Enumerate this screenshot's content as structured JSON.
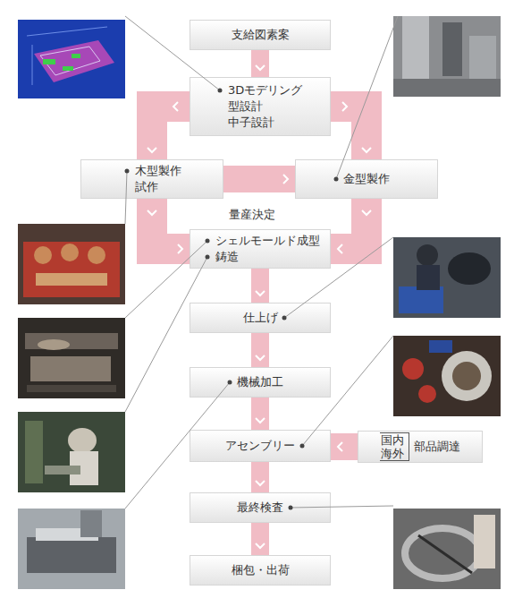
{
  "diagram": {
    "nodes": [
      {
        "text": [
          "支給図素案"
        ]
      },
      {
        "text": [
          "3Dモデリング 型設計 中子設計"
        ]
      },
      {
        "text": [
          "木型製作 試作"
        ]
      },
      {
        "text": [
          "金型製作"
        ]
      },
      {
        "text": [
          "シェルモールド成型 鋳造"
        ]
      },
      {
        "text": [
          "仕上げ"
        ]
      },
      {
        "text": [
          "機械加工"
        ]
      },
      {
        "text": [
          "アセンブリー"
        ]
      },
      {
        "text": [
          "国内 海外",
          "部品調達"
        ]
      },
      {
        "text": [
          "最終検査"
        ]
      },
      {
        "text": [
          "梱包・出荷"
        ]
      }
    ],
    "edges": [
      {
        "from": 0,
        "to": 1,
        "arrow": "to"
      },
      {
        "from": 1,
        "to": 2,
        "arrow": "to"
      },
      {
        "from": 1,
        "to": 3,
        "arrow": "to"
      },
      {
        "from": 2,
        "to": 3,
        "arrow": "to"
      },
      {
        "from": 2,
        "to": 4,
        "arrow": "to"
      },
      {
        "from": 3,
        "to": 4,
        "arrow": "to"
      },
      {
        "from": 4,
        "to": 5,
        "arrow": "to"
      },
      {
        "from": 5,
        "to": 6,
        "arrow": "to"
      },
      {
        "from": 6,
        "to": 7,
        "arrow": "to"
      },
      {
        "from": 8,
        "to": 7,
        "arrow": "to"
      },
      {
        "from": 7,
        "to": 9,
        "arrow": "to"
      },
      {
        "from": 9,
        "to": 10,
        "arrow": "to"
      }
    ],
    "labels": [
      "量産決定"
    ]
  }
}
